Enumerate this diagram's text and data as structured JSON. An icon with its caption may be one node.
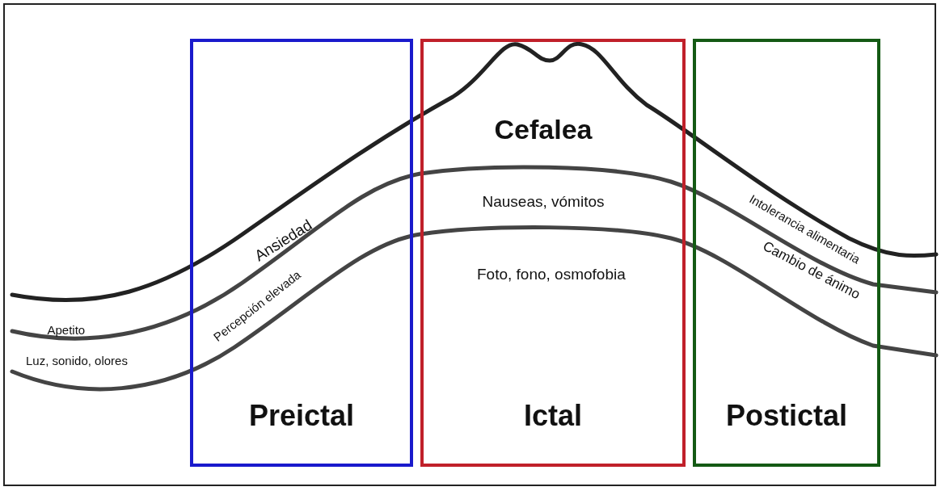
{
  "diagram": {
    "nodes": [
      {
        "text": [
          "Preictal"
        ]
      },
      {
        "text": [
          "Ictal"
        ]
      },
      {
        "text": [
          "Postictal"
        ]
      }
    ],
    "labels": [
      "Cefalea",
      "Nauseas, vómitos",
      "Intolerancia alimentaria",
      "Ansiedad",
      "Foto, fono, osmofobia",
      "Cambio de ánimo",
      "Percepción elevada",
      "Apetito",
      "Luz, sonido, olores"
    ]
  }
}
